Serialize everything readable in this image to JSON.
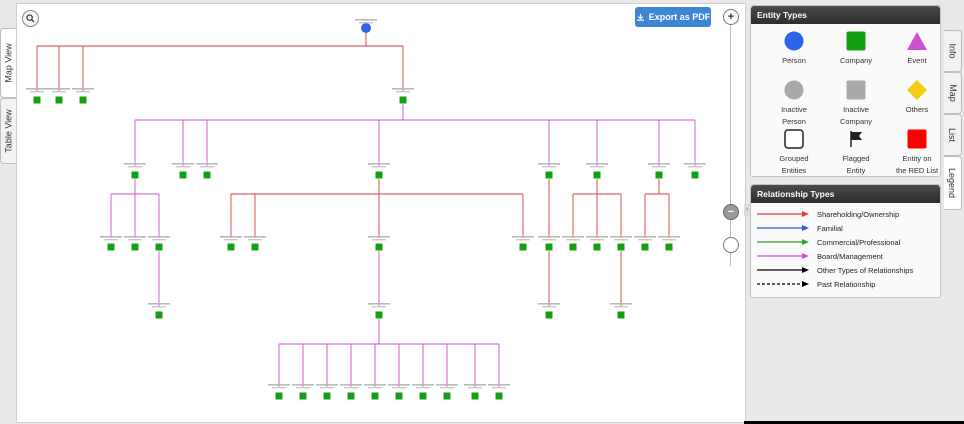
{
  "left_tabs": [
    "Map View",
    "Table View"
  ],
  "right_tabs": [
    "Info",
    "Map",
    "List",
    "Legend"
  ],
  "toolbar": {
    "export_label": "Export as PDF"
  },
  "colors": {
    "shareholding": "#e03b3b",
    "familial": "#2e5fd8",
    "commercial": "#2ea52e",
    "board": "#d14fd1",
    "other": "#000000",
    "node": "#12a012",
    "person": "#2f63ec"
  },
  "entity_types": {
    "title": "Entity Types",
    "items": [
      {
        "label1": "Person",
        "label2": "",
        "icon": "blue-circle"
      },
      {
        "label1": "Company",
        "label2": "",
        "icon": "green-square"
      },
      {
        "label1": "Event",
        "label2": "",
        "icon": "magenta-triangle"
      },
      {
        "label1": "Inactive",
        "label2": "Person",
        "icon": "gray-circle"
      },
      {
        "label1": "Inactive",
        "label2": "Company",
        "icon": "gray-square"
      },
      {
        "label1": "Others",
        "label2": "",
        "icon": "yellow-diamond"
      },
      {
        "label1": "Grouped",
        "label2": "Entities",
        "icon": "outlined-square"
      },
      {
        "label1": "Flagged",
        "label2": "Entity",
        "icon": "flag-icon"
      },
      {
        "label1": "Entity on",
        "label2": "the RED List",
        "icon": "red-square"
      }
    ]
  },
  "relationship_types": {
    "title": "Relationship Types",
    "items": [
      {
        "label": "Shareholding/Ownership",
        "color": "#e03b3b",
        "dashed": false
      },
      {
        "label": "Familial",
        "color": "#2e5fd8",
        "dashed": false
      },
      {
        "label": "Commercial/Professional",
        "color": "#2ea52e",
        "dashed": false
      },
      {
        "label": "Board/Management",
        "color": "#d14fd1",
        "dashed": false
      },
      {
        "label": "Other Types of Relationships",
        "color": "#000000",
        "dashed": false
      },
      {
        "label": "Past Relationship",
        "color": "#000000",
        "dashed": true
      }
    ]
  }
}
